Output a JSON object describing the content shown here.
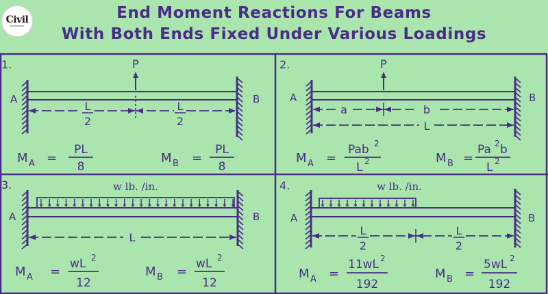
{
  "title": {
    "line1": "End Moment Reactions For Beams",
    "line2": "With Both Ends Fixed Under Various Loadings"
  },
  "logo": {
    "text": "Civil",
    "sub": "ENGINEERING"
  },
  "colors": {
    "background": "#a9e5ad",
    "ink": "#4a2c87",
    "grid": "#4a2c87"
  },
  "cases": [
    {
      "number": "1.",
      "load": "P",
      "support_left": "A",
      "support_right": "B",
      "dims": {
        "left_num": "L",
        "left_den": "2",
        "right_num": "L",
        "right_den": "2"
      },
      "ma": {
        "label": "M",
        "sub": "A",
        "eq": "=",
        "num": "PL",
        "den": "8"
      },
      "mb": {
        "label": "M",
        "sub": "B",
        "eq": "=",
        "num": "PL",
        "den": "8"
      }
    },
    {
      "number": "2.",
      "load": "P",
      "support_left": "A",
      "support_right": "B",
      "dims": {
        "a": "a",
        "b": "b",
        "total": "L"
      },
      "ma": {
        "label": "M",
        "sub": "A",
        "eq": "=",
        "num": "Pab",
        "num_sup": "2",
        "den": "L",
        "den_sup": "2"
      },
      "mb": {
        "label": "M",
        "sub": "B",
        "eq": "=",
        "num": "Pa",
        "num_sup": "2",
        "num_tail": "b",
        "den": "L",
        "den_sup": "2"
      }
    },
    {
      "number": "3.",
      "load": "w lb. /in.",
      "support_left": "A",
      "support_right": "B",
      "dims": {
        "total": "L"
      },
      "ma": {
        "label": "M",
        "sub": "A",
        "eq": "=",
        "num": "wL",
        "num_sup": "2",
        "den": "12"
      },
      "mb": {
        "label": "M",
        "sub": "B",
        "eq": "=",
        "num": "wL",
        "num_sup": "2",
        "den": "12"
      }
    },
    {
      "number": "4.",
      "load": "w lb. /in.",
      "support_left": "A",
      "support_right": "B",
      "dims": {
        "left_num": "L",
        "left_den": "2",
        "right_num": "L",
        "right_den": "2"
      },
      "ma": {
        "label": "M",
        "sub": "A",
        "eq": "=",
        "num": "11wL",
        "num_sup": "2",
        "den": "192"
      },
      "mb": {
        "label": "M",
        "sub": "B",
        "eq": "=",
        "num": "5wL",
        "num_sup": "2",
        "den": "192"
      }
    }
  ]
}
